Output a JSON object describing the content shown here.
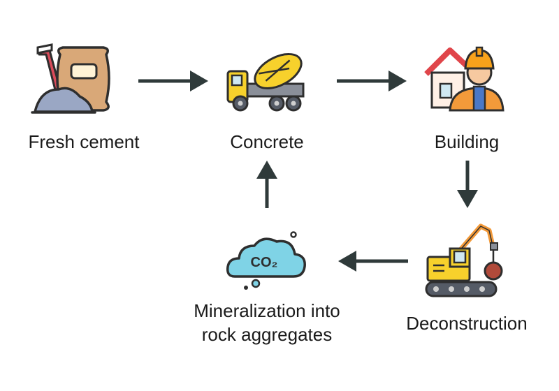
{
  "nodes": {
    "fresh_cement": {
      "label": "Fresh cement",
      "icon": "cement-bag-icon"
    },
    "concrete": {
      "label": "Concrete",
      "icon": "concrete-mixer-truck-icon"
    },
    "building": {
      "label": "Building",
      "icon": "construction-worker-house-icon"
    },
    "deconstruction": {
      "label": "Deconstruction",
      "icon": "excavator-icon"
    },
    "mineralization": {
      "label_line1": "Mineralization into",
      "label_line2": "rock aggregates",
      "icon": "co2-cloud-icon",
      "icon_text": "CO₂"
    }
  },
  "edges": [
    {
      "from": "fresh_cement",
      "to": "concrete"
    },
    {
      "from": "concrete",
      "to": "building"
    },
    {
      "from": "building",
      "to": "deconstruction"
    },
    {
      "from": "deconstruction",
      "to": "mineralization"
    },
    {
      "from": "mineralization",
      "to": "concrete"
    }
  ],
  "colors": {
    "arrow": "#2f3a3a",
    "outline": "#2e2e2e",
    "bag": "#d9a878",
    "cement": "#9aa7c4",
    "truck_yellow": "#f7d12c",
    "roof_red": "#e0454a",
    "vest_orange": "#f39a3a",
    "cloud": "#7fd3e6"
  }
}
